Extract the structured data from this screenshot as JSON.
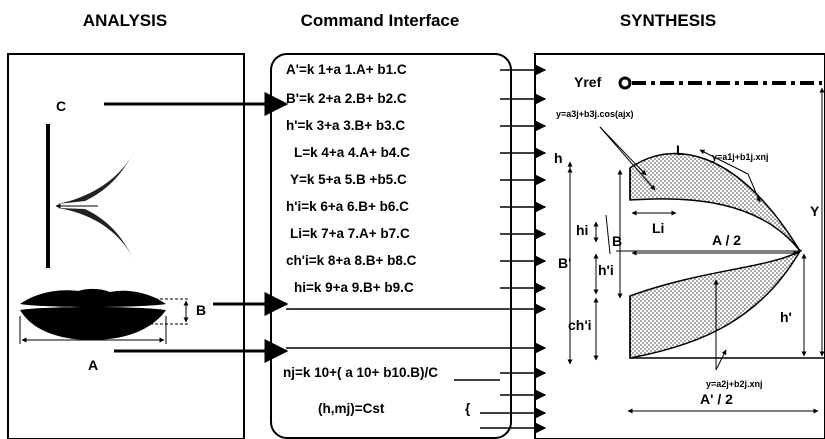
{
  "headers": {
    "analysis": "ANALYSIS",
    "command": "Command Interface",
    "synthesis": "SYNTHESIS"
  },
  "analysis": {
    "label_c": "C",
    "label_b": "B",
    "label_a": "A"
  },
  "equations": [
    "A'=k 1+a 1.A+ b1.C",
    "B'=k 2+a 2.B+ b2.C",
    "h'=k 3+a 3.B+ b3.C",
    "L=k 4+a 4.A+ b4.C",
    "Y=k 5+a 5.B +b5.C",
    "h'i=k 6+a 6.B+ b6.C",
    "Li=k 7+a 7.A+ b7.C",
    "ch'i=k 8+a 8.B+ b8.C",
    "hi=k 9+a 9.B+ b9.C"
  ],
  "equation_nj": "nj=k 10+( a 10+ b10.B)/C",
  "equation_cst": "(h,mj)=Cst",
  "brace": "{",
  "synthesis": {
    "yref": "Yref",
    "cos_formula": "y=a3j+b3j.cos(ajx)",
    "pow_formula_upper": "y=a1j+b1j.xnj",
    "pow_formula_lower": "y=a2j+b2j.xnj",
    "L": "L",
    "Li": "Li",
    "h": "h",
    "hi": "hi",
    "B": "B",
    "B_prime": "B'",
    "A_half": "A / 2",
    "h_prime_i": "h'i",
    "ch_prime_i": "ch'i",
    "h_prime": "h'",
    "Y": "Y",
    "A_prime_half": "A' / 2"
  }
}
